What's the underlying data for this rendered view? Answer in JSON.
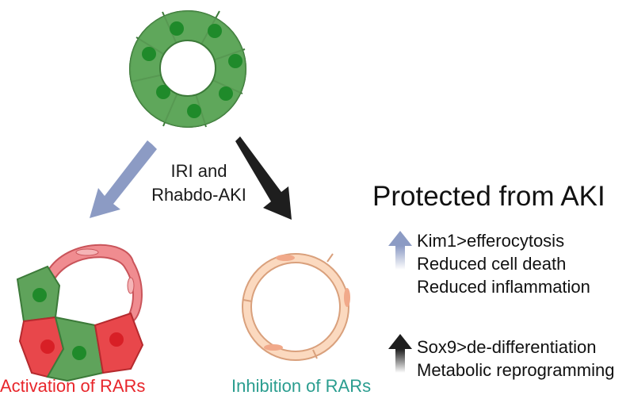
{
  "injury_label_line1": "IRI and",
  "injury_label_line2": "Rhabdo-AKI",
  "outcome_title": "Protected from AKI",
  "activation_label": "Activation of  RARs",
  "inhibition_label": "Inhibition of RARs",
  "upregulated": [
    "Kim1>efferocytosis",
    "Reduced cell death",
    "Reduced inflammation"
  ],
  "increased": [
    "Sox9>de-differentiation",
    "Metabolic reprogramming"
  ],
  "colors": {
    "healthy_cell": "#5fa35b",
    "healthy_nucleus": "#1f8a2a",
    "injured_cell": "#e8474b",
    "injured_nucleus": "#d81f26",
    "flat_cell_red": "#f08c90",
    "flat_cell_peach": "#fbd9bf",
    "arrow_blue": "#8c9bc4",
    "arrow_black": "#1e1e1e",
    "activation_text": "#e8262b",
    "inhibition_text": "#2a9d8f"
  }
}
